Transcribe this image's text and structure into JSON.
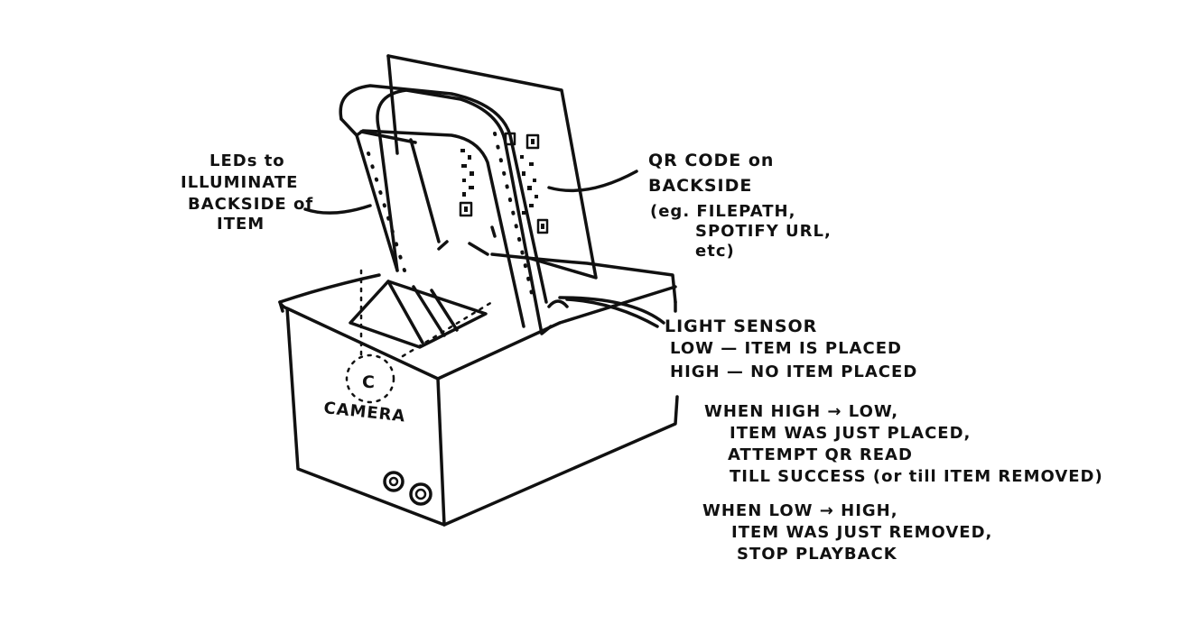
{
  "labels": {
    "leds": [
      "LEDs to",
      "ILLUMINATE",
      "BACKSIDE of",
      "ITEM"
    ],
    "qr": [
      "QR CODE on",
      "BACKSIDE",
      "(eg. FILEPATH,",
      "SPOTIFY URL,",
      "etc)"
    ],
    "light_sensor": {
      "title": "LIGHT SENSOR",
      "low": "LOW — ITEM IS PLACED",
      "high": "HIGH — NO ITEM PLACED"
    },
    "when_high_to_low": [
      "WHEN HIGH → LOW,",
      "ITEM WAS JUST PLACED,",
      "ATTEMPT QR READ",
      "TILL SUCCESS (or till ITEM REMOVED)"
    ],
    "when_low_to_high": [
      "WHEN LOW → HIGH,",
      "ITEM WAS JUST REMOVED,",
      "STOP PLAYBACK"
    ],
    "camera": {
      "letter": "C",
      "label": "CAMERA"
    }
  }
}
